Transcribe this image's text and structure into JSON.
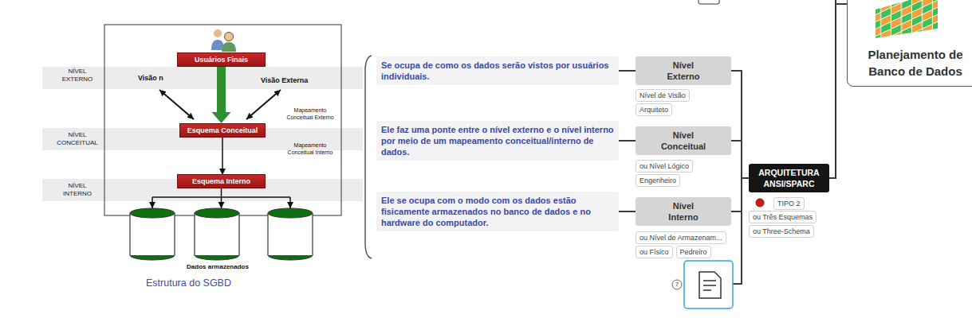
{
  "diagram": {
    "caption": "Estrutura do SGBD",
    "nodes": [
      {
        "text": [
          "Usuários Finais"
        ]
      },
      {
        "text": [
          "Esquema Conceitual"
        ]
      },
      {
        "text": [
          "Esquema Interno"
        ]
      },
      {
        "text": [
          "Se ocupa de como os dados serão vistos por usuários individuais."
        ]
      },
      {
        "text": [
          "Nível Externo"
        ]
      },
      {
        "text": [
          "Nível de Visão"
        ]
      },
      {
        "text": [
          "Arquiteto"
        ]
      },
      {
        "text": [
          "Ele faz uma ponte entre o nível externo e o nível interno por meio de um mapeamento conceitual/interno de dados."
        ]
      },
      {
        "text": [
          "Nível Conceitual"
        ]
      },
      {
        "text": [
          "ou Nível Lógico"
        ]
      },
      {
        "text": [
          "Engenheiro"
        ]
      },
      {
        "text": [
          "Ele se ocupa com o modo com os dados estão fisicamente armazenados no banco de dados e no hardware do computador."
        ]
      },
      {
        "text": [
          "Nível Interno"
        ]
      },
      {
        "text": [
          "ou Nível de Armazenam..."
        ]
      },
      {
        "text": [
          "ou Físico"
        ]
      },
      {
        "text": [
          "Pedreiro"
        ]
      },
      {
        "text": [
          "ARQUITETURA ANSI/SPARC"
        ]
      },
      {
        "text": [
          "TIPO 2"
        ]
      },
      {
        "text": [
          "ou Três Esquemas"
        ]
      },
      {
        "text": [
          "ou Three-Schema"
        ]
      },
      {
        "text": [
          "Planejamento de Banco de Dados"
        ]
      }
    ],
    "edges": [
      {
        "from": 0,
        "to": 1,
        "arrow": "to"
      },
      {
        "from": 1,
        "to": 2,
        "arrow": "to"
      },
      {
        "from": 20,
        "to": 16,
        "arrow": "none"
      },
      {
        "from": 16,
        "to": 4,
        "arrow": "none"
      },
      {
        "from": 16,
        "to": 8,
        "arrow": "none"
      },
      {
        "from": 16,
        "to": 12,
        "arrow": "none"
      },
      {
        "from": 4,
        "to": 3,
        "arrow": "none"
      },
      {
        "from": 8,
        "to": 7,
        "arrow": "none"
      },
      {
        "from": 12,
        "to": 11,
        "arrow": "none"
      }
    ],
    "labels": [
      "NÍVEL EXTERNO",
      "Visão n",
      "Visão Externa",
      "Mapeamento Conceitual Externo",
      "NÍVEL CONCEITUAL",
      "Mapeamento Conceitual Interno",
      "NÍVEL INTERNO",
      "Dados armazenados",
      "7"
    ]
  }
}
